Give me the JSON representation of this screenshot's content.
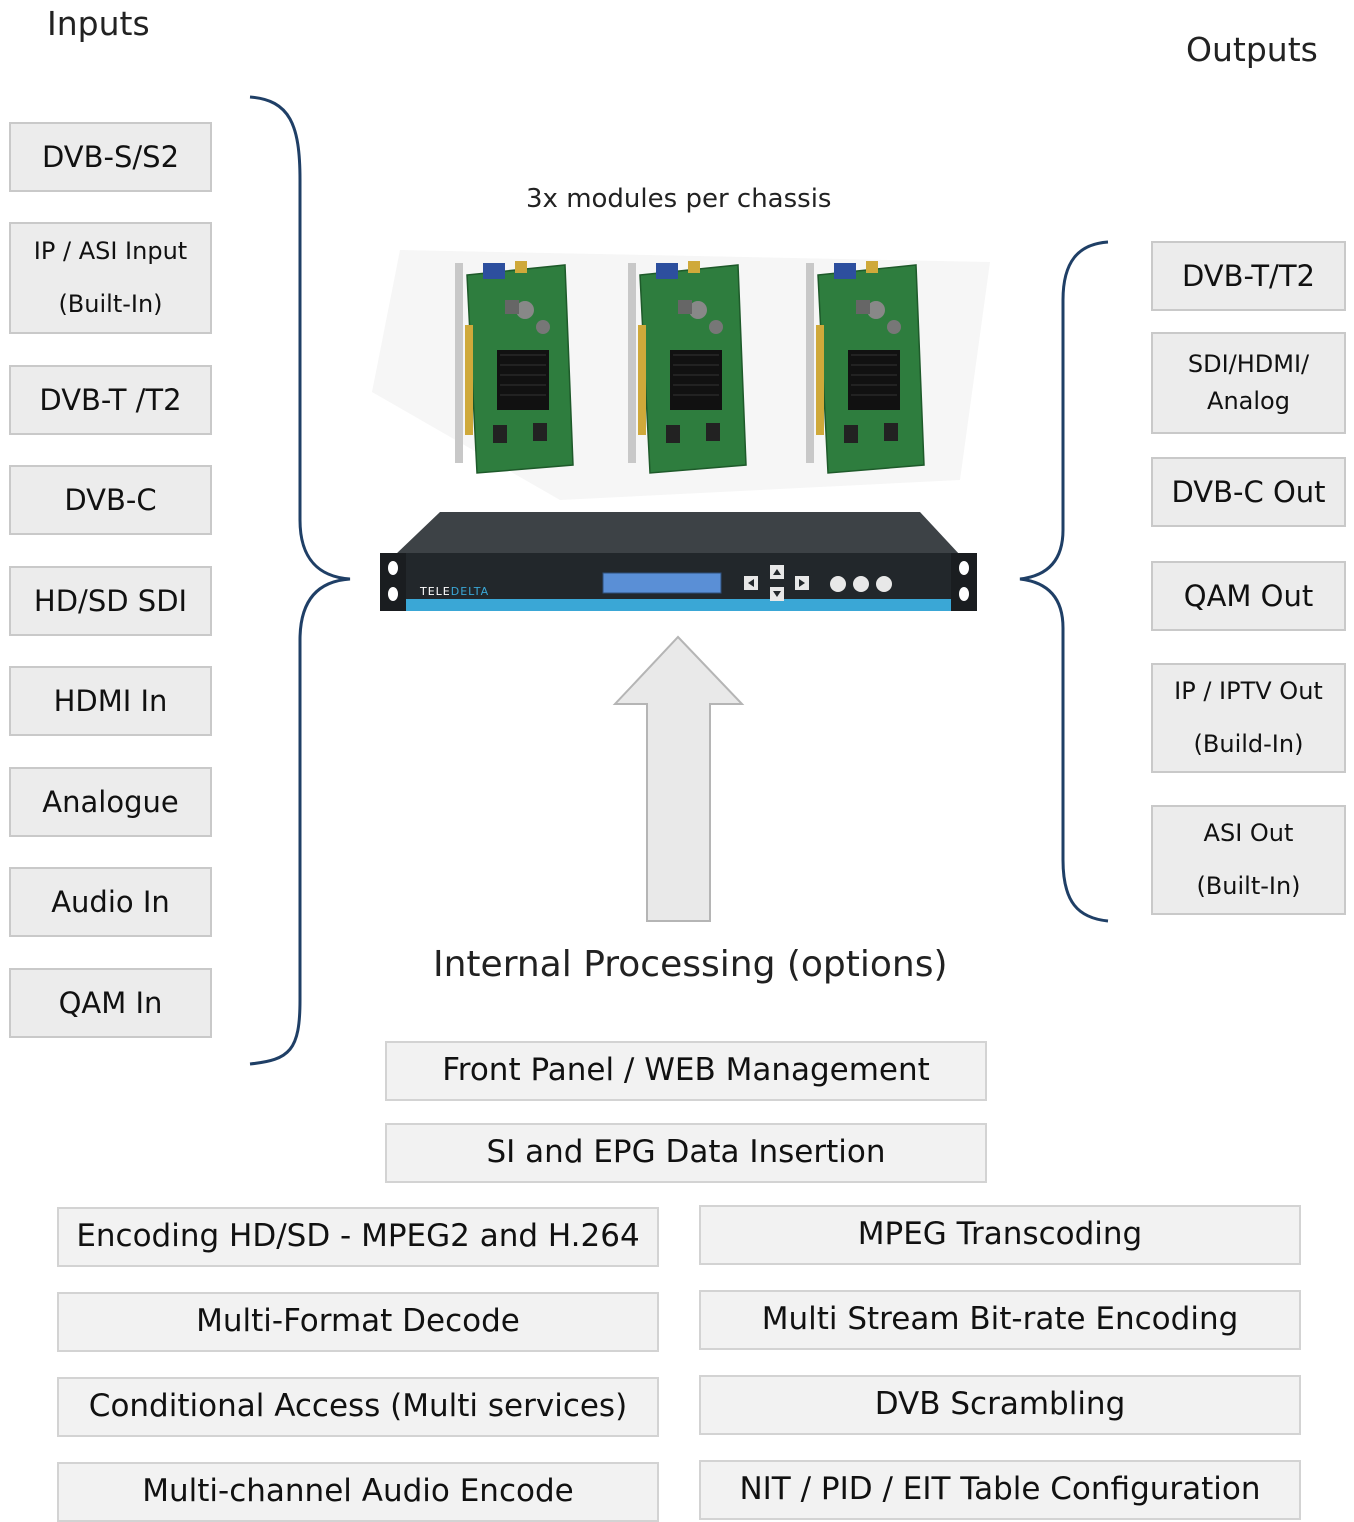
{
  "headings": {
    "inputs": "Inputs",
    "outputs": "Outputs",
    "modules": "3x modules per chassis",
    "processing": "Internal Processing (options)"
  },
  "inputs": [
    {
      "line1": "DVB-S/S2"
    },
    {
      "line1": "IP / ASI Input",
      "line2": "(Built-In)"
    },
    {
      "line1": "DVB-T /T2"
    },
    {
      "line1": "DVB-C"
    },
    {
      "line1": "HD/SD SDI"
    },
    {
      "line1": "HDMI In"
    },
    {
      "line1": "Analogue"
    },
    {
      "line1": "Audio In"
    },
    {
      "line1": "QAM In"
    }
  ],
  "outputs": [
    {
      "line1": "DVB-T/T2"
    },
    {
      "line1": "SDI/HDMI/",
      "line2": "Analog"
    },
    {
      "line1": "DVB-C Out"
    },
    {
      "line1": "QAM Out"
    },
    {
      "line1": "IP / IPTV Out",
      "line2": "(Build-In)"
    },
    {
      "line1": "ASI Out",
      "line2": "(Built-In)"
    }
  ],
  "management": [
    "Front Panel / WEB Management",
    "SI and EPG Data Insertion"
  ],
  "processing_options": {
    "left": [
      "Encoding HD/SD - MPEG2 and H.264",
      "Multi-Format Decode",
      "Conditional Access (Multi services)",
      "Multi-channel Audio Encode"
    ],
    "right": [
      "MPEG Transcoding",
      "Multi Stream Bit-rate Encoding",
      "DVB Scrambling",
      "NIT / PID / EIT Table Configuration"
    ]
  },
  "device": {
    "brand": "TELEDELTA"
  },
  "colors": {
    "brace": "#1f3f66",
    "box_fill": "#ececec",
    "box_border": "#c9c9c9",
    "arrow_fill": "#e9e9e9",
    "arrow_stroke": "#b5b5b5",
    "pcb_green": "#2e7d3e",
    "chassis": "#2b2f33",
    "accent_blue": "#3aa7d6"
  }
}
